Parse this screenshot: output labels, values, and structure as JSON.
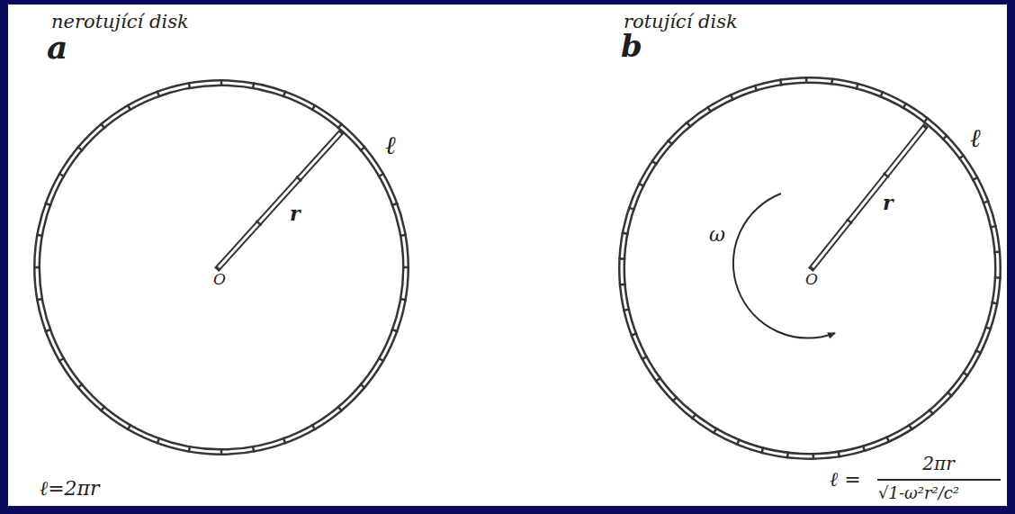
{
  "diagram": {
    "labels": [
      "nerotující disk",
      "a",
      "ℓ",
      "r",
      "O",
      "ℓ=2πr",
      "rotující disk",
      "b",
      "ω",
      "ℓ",
      "r",
      "O",
      "ℓ =",
      "2πr",
      "√1-ω²r²/c²"
    ]
  }
}
